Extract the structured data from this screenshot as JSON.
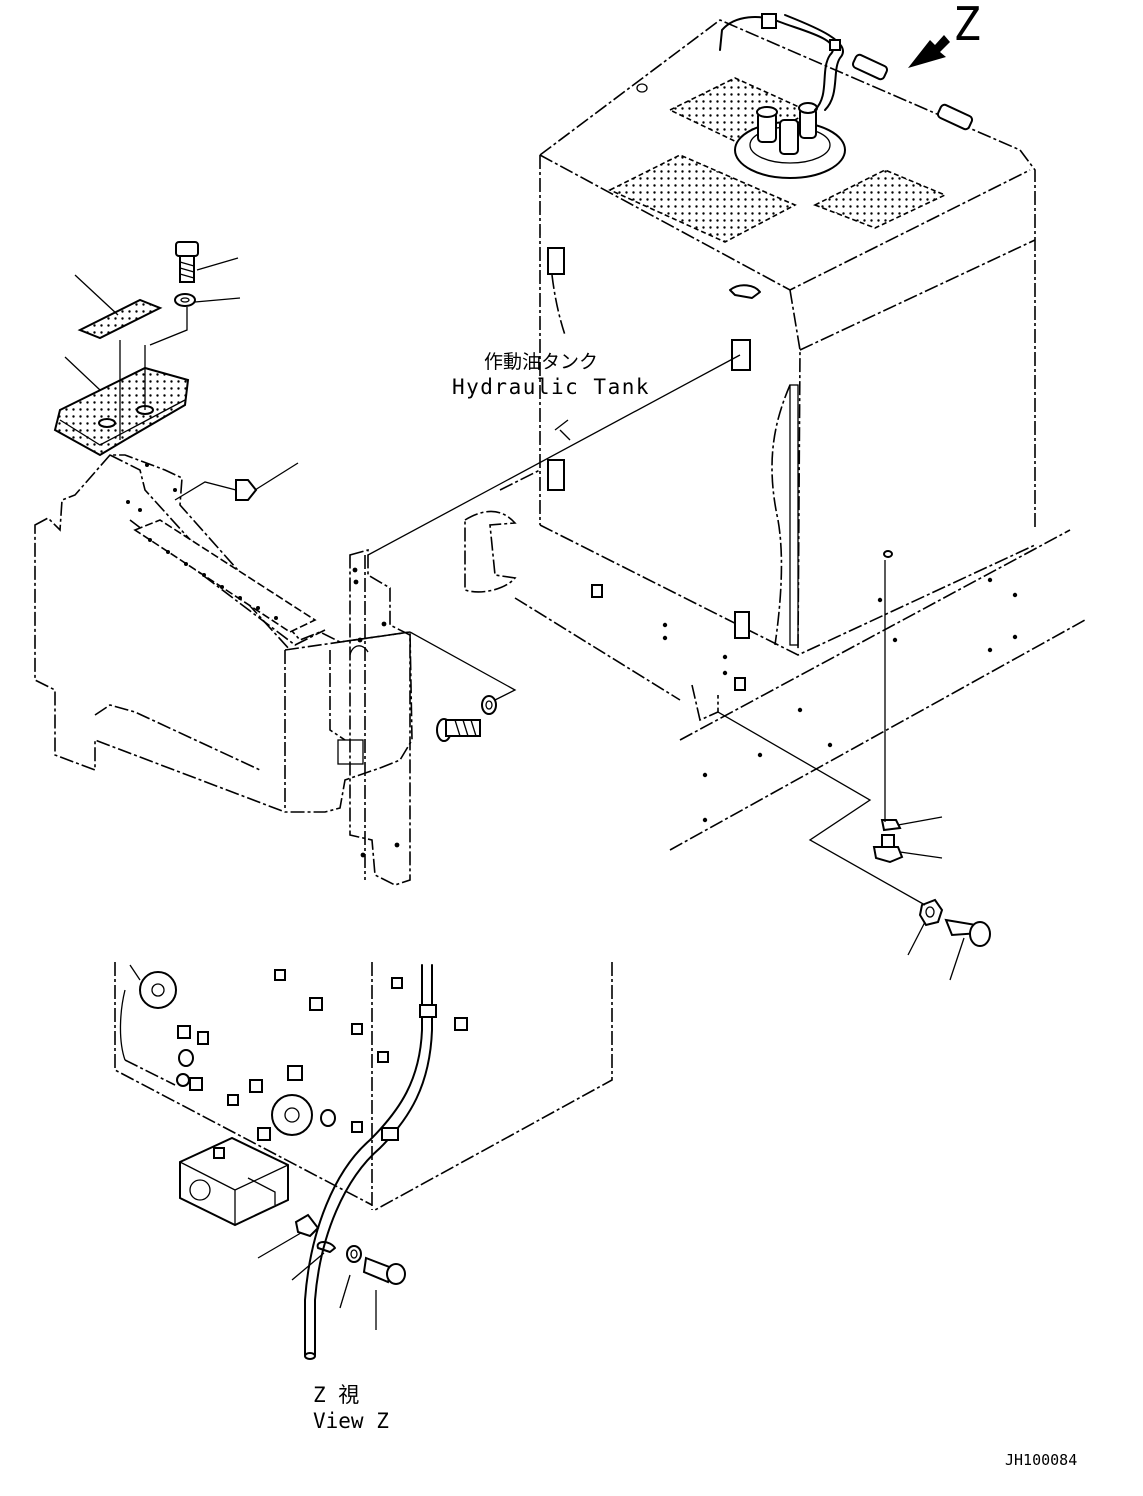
{
  "diagram": {
    "z_arrow_label": "Z",
    "tank_label_jp": "作動油タンク",
    "tank_label_en": "Hydraulic Tank",
    "view_label_jp": "Z 視",
    "view_label_en": "View Z",
    "drawing_id": "JH100084"
  }
}
